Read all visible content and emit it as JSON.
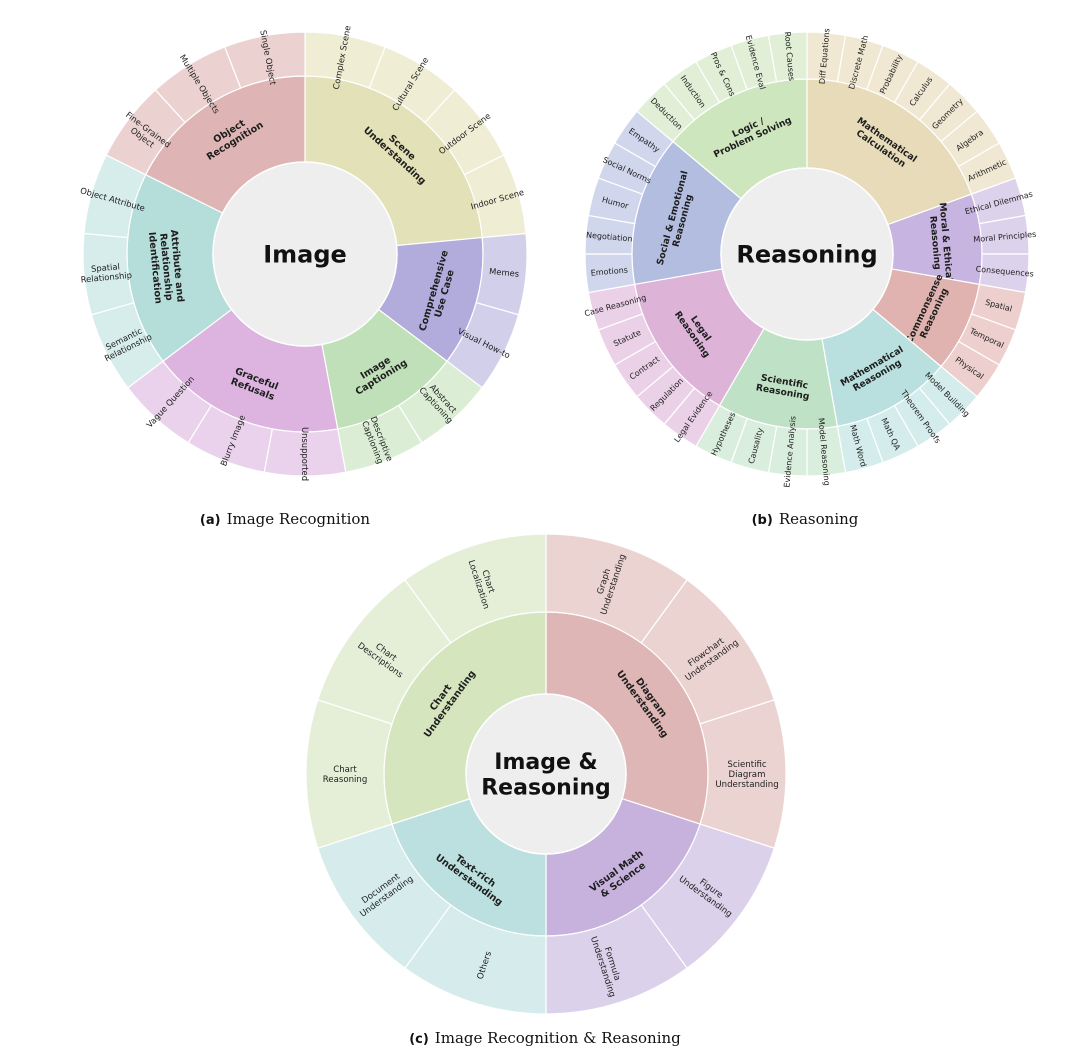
{
  "figure": {
    "panels": [
      {
        "id": "a",
        "center": "Image",
        "caption_tag": "(a)",
        "caption_text": "Image Recognition",
        "categories": [
          {
            "name": "Scene\nUnderstanding",
            "color": "#e2e1b7",
            "outer_color": "#efeed5",
            "children": [
              "Complex Scene",
              "Cultural Scene",
              "Outdoor Scene",
              "Indoor Scene"
            ]
          },
          {
            "name": "Comprehensive\nUse Case",
            "color": "#b1acdc",
            "outer_color": "#d2cfea",
            "children": [
              "Memes",
              "Visual How-to"
            ]
          },
          {
            "name": "Image\nCaptioning",
            "color": "#bfe0b8",
            "outer_color": "#dbeed5",
            "children": [
              "Abstract\nCaptioning",
              "Descriptive\nCaptioning"
            ]
          },
          {
            "name": "Graceful\nRefusals",
            "color": "#dcb4df",
            "outer_color": "#ead2ec",
            "children": [
              "Unsupported",
              "Blurry Image",
              "Vague Question"
            ]
          },
          {
            "name": "Attribute and\nRelationship\nIdentification",
            "color": "#b5ddda",
            "outer_color": "#d6edeb",
            "children": [
              "Semantic\nRelationship",
              "Spatial\nRelationship",
              "Object Attribute"
            ]
          },
          {
            "name": "Object\nRecognition",
            "color": "#deb5b4",
            "outer_color": "#ebd2d1",
            "children": [
              "Fine-Grained\nObject",
              "Multiple Objects",
              "Single Object"
            ]
          }
        ]
      },
      {
        "id": "b",
        "center": "Reasoning",
        "caption_tag": "(b)",
        "caption_text": "Reasoning",
        "categories": [
          {
            "name": "Mathematical\nCalculation",
            "color": "#e7dbb9",
            "outer_color": "#f0e8d3",
            "children": [
              "Diff Equations",
              "Discrete Math",
              "Probability",
              "Calculus",
              "Geometry",
              "Algebra",
              "Arithmetic"
            ]
          },
          {
            "name": "Moral & Ethical\nReasoning",
            "color": "#c8b4e0",
            "outer_color": "#ddd2ec",
            "children": [
              "Ethical Dilemmas",
              "Moral Principles",
              "Consequences"
            ]
          },
          {
            "name": "Commonsense\nReasoning",
            "color": "#e1b3b0",
            "outer_color": "#edd0ce",
            "children": [
              "Spatial",
              "Temporal",
              "Physical"
            ]
          },
          {
            "name": "Mathematical\nReasoning",
            "color": "#b9dfdf",
            "outer_color": "#d5ecec",
            "children": [
              "Model Building",
              "Theorem Proofs",
              "Math QA",
              "Math Word"
            ]
          },
          {
            "name": "Scientific\nReasoning",
            "color": "#bfe1c5",
            "outer_color": "#daeedd",
            "children": [
              "Model Reasoning",
              "Evidence Analysis",
              "Causality",
              "Hypotheses"
            ]
          },
          {
            "name": "Legal\nReasoning",
            "color": "#ddb3d8",
            "outer_color": "#ebd1e8",
            "children": [
              "Legal Evidence",
              "Regulation",
              "Contract",
              "Statute",
              "Case Reasoning"
            ]
          },
          {
            "name": "Social & Emotional\nReasoning",
            "color": "#b3bde0",
            "outer_color": "#d0d6ec",
            "children": [
              "Emotions",
              "Negotiation",
              "Humor",
              "Social Norms",
              "Empathy"
            ]
          },
          {
            "name": "Logic /\nProblem Solving",
            "color": "#cde6bd",
            "outer_color": "#e0efd6",
            "children": [
              "Deduction",
              "Induction",
              "Pros & Cons",
              "Evidence Eval",
              "Root Causes"
            ]
          }
        ]
      },
      {
        "id": "c",
        "center": "Image &\nReasoning",
        "caption_tag": "(c)",
        "caption_text": "Image Recognition & Reasoning",
        "categories": [
          {
            "name": "Diagram\nUnderstanding",
            "color": "#deb6b5",
            "outer_color": "#ebd3d2",
            "children": [
              "Graph\nUnderstanding",
              "Flowchart\nUnderstanding",
              "Scientific\nDiagram\nUnderstanding"
            ]
          },
          {
            "name": "Visual Math\n& Science",
            "color": "#c6b2dd",
            "outer_color": "#dcd1ea",
            "children": [
              "Figure\nUnderstanding",
              "Formula\nUnderstanding"
            ]
          },
          {
            "name": "Text-rich\nUnderstanding",
            "color": "#bbe0df",
            "outer_color": "#d6ecec",
            "children": [
              "Others",
              "Document\nUnderstanding"
            ]
          },
          {
            "name": "Chart\nUnderstanding",
            "color": "#d5e6bf",
            "outer_color": "#e5efd8",
            "children": [
              "Chart\nReasoning",
              "Chart\nDescriptions",
              "Chart\nLocalization"
            ]
          }
        ]
      }
    ]
  }
}
